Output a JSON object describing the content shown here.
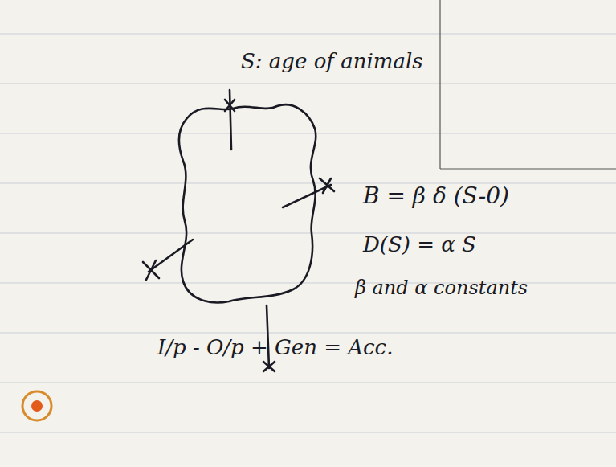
{
  "diagram": {
    "labels": [
      "S: age of animals",
      "B = β δ (S-0)",
      "D(S) = α S",
      "β and α constants",
      "I/p - O/p + Gen = Acc."
    ]
  }
}
